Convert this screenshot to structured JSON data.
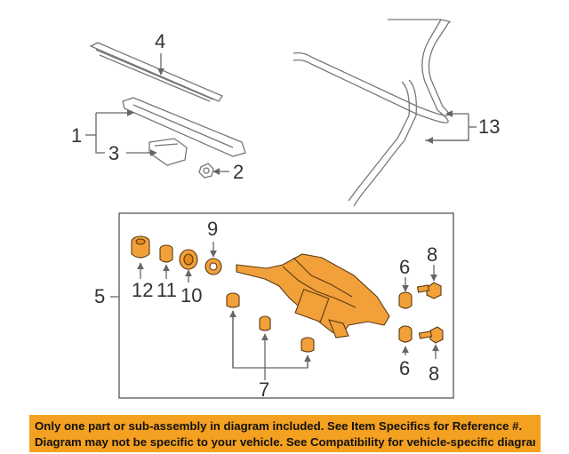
{
  "diagram": {
    "callouts": {
      "c1": "1",
      "c2": "2",
      "c3": "3",
      "c4": "4",
      "c5": "5",
      "c6a": "6",
      "c6b": "6",
      "c7": "7",
      "c8a": "8",
      "c8b": "8",
      "c9": "9",
      "c10": "10",
      "c11": "11",
      "c12": "12",
      "c13": "13"
    },
    "colors": {
      "part_fill": "#f2a03a",
      "part_stroke": "#5a3a10",
      "line": "#666666",
      "callout_text": "#333333",
      "banner_bg": "#f4a020"
    }
  },
  "banner": {
    "line1": "Only one part or sub-assembly in diagram included. See Item Specifics for Reference #.",
    "line2": "Diagram may not be specific to your vehicle. See Compatibility for vehicle-specific diagrams."
  }
}
